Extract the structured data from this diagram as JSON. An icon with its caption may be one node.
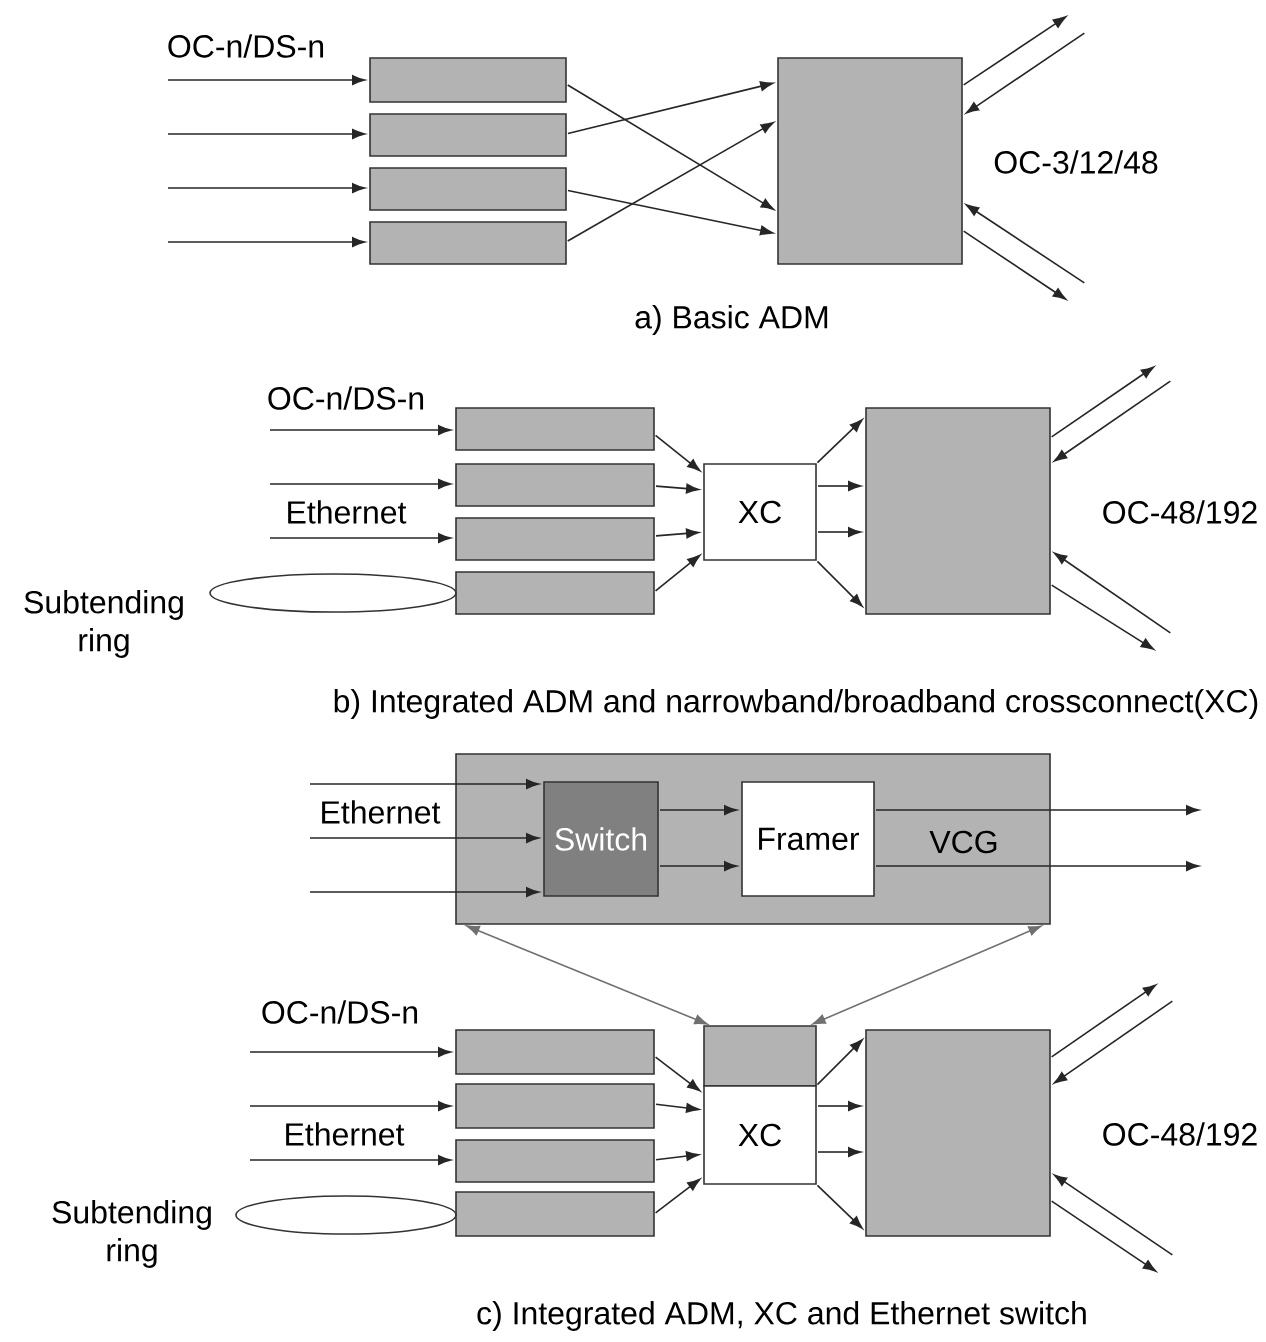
{
  "diagram": {
    "nodes": [
      {
        "text": [],
        "shape": "box"
      },
      {
        "text": [],
        "shape": "box"
      },
      {
        "text": [],
        "shape": "box"
      },
      {
        "text": [],
        "shape": "box"
      },
      {
        "text": [],
        "shape": "box"
      },
      {
        "text": [],
        "shape": "box"
      },
      {
        "text": [],
        "shape": "box"
      },
      {
        "text": [],
        "shape": "box"
      },
      {
        "text": [],
        "shape": "box"
      },
      {
        "text": [],
        "shape": "ellipse",
        "beside": [
          "Subtending ring"
        ]
      },
      {
        "text": [
          "XC"
        ]
      },
      {
        "text": [],
        "shape": "box"
      },
      {
        "text": [],
        "shape": "box"
      },
      {
        "text": [
          "Switch"
        ],
        "in": 12
      },
      {
        "text": [
          "Framer"
        ],
        "in": 12
      },
      {
        "text": [],
        "shape": "box"
      },
      {
        "text": [],
        "shape": "box"
      },
      {
        "text": [],
        "shape": "box"
      },
      {
        "text": [],
        "shape": "box"
      },
      {
        "text": [],
        "shape": "ellipse",
        "beside": [
          "Subtending ring"
        ]
      },
      {
        "text": [],
        "shape": "box"
      },
      {
        "text": [
          "XC"
        ]
      },
      {
        "text": [],
        "shape": "box"
      }
    ],
    "edges": [
      {
        "from": null,
        "to": 0,
        "arrow": "to"
      },
      {
        "from": null,
        "to": 1,
        "arrow": "to"
      },
      {
        "from": null,
        "to": 2,
        "arrow": "to"
      },
      {
        "from": null,
        "to": 3,
        "arrow": "to"
      },
      {
        "from": 0,
        "to": 4,
        "arrow": "to"
      },
      {
        "from": 1,
        "to": 4,
        "arrow": "to"
      },
      {
        "from": 2,
        "to": 4,
        "arrow": "to"
      },
      {
        "from": 3,
        "to": 4,
        "arrow": "to"
      },
      {
        "from": 4,
        "to": null,
        "arrow": "to"
      },
      {
        "from": null,
        "to": 4,
        "arrow": "to"
      },
      {
        "from": null,
        "to": 4,
        "arrow": "to"
      },
      {
        "from": 4,
        "to": null,
        "arrow": "to"
      },
      {
        "from": null,
        "to": 5,
        "arrow": "to"
      },
      {
        "from": null,
        "to": 6,
        "arrow": "to"
      },
      {
        "from": null,
        "to": 7,
        "arrow": "to"
      },
      {
        "from": 5,
        "to": 10,
        "arrow": "to"
      },
      {
        "from": 6,
        "to": 10,
        "arrow": "to"
      },
      {
        "from": 7,
        "to": 10,
        "arrow": "to"
      },
      {
        "from": 8,
        "to": 10,
        "arrow": "to"
      },
      {
        "from": 10,
        "to": 11,
        "arrow": "to"
      },
      {
        "from": 10,
        "to": 11,
        "arrow": "to"
      },
      {
        "from": 10,
        "to": 11,
        "arrow": "to"
      },
      {
        "from": 10,
        "to": 11,
        "arrow": "to"
      },
      {
        "from": 11,
        "to": null,
        "arrow": "to"
      },
      {
        "from": null,
        "to": 11,
        "arrow": "to"
      },
      {
        "from": null,
        "to": 11,
        "arrow": "to"
      },
      {
        "from": 11,
        "to": null,
        "arrow": "to"
      },
      {
        "from": null,
        "to": 13,
        "arrow": "to"
      },
      {
        "from": null,
        "to": 13,
        "arrow": "to"
      },
      {
        "from": null,
        "to": 13,
        "arrow": "to"
      },
      {
        "from": 13,
        "to": 14,
        "arrow": "to"
      },
      {
        "from": 13,
        "to": 14,
        "arrow": "to"
      },
      {
        "from": 14,
        "to": null,
        "arrow": "to"
      },
      {
        "from": 14,
        "to": null,
        "arrow": "to"
      },
      {
        "from": 12,
        "to": 20,
        "arrow": "both",
        "color": "#707070"
      },
      {
        "from": 12,
        "to": 20,
        "arrow": "both",
        "color": "#707070"
      },
      {
        "from": null,
        "to": 15,
        "arrow": "to"
      },
      {
        "from": null,
        "to": 16,
        "arrow": "to"
      },
      {
        "from": null,
        "to": 17,
        "arrow": "to"
      },
      {
        "from": 15,
        "to": 21,
        "arrow": "to"
      },
      {
        "from": 16,
        "to": 21,
        "arrow": "to"
      },
      {
        "from": 17,
        "to": 21,
        "arrow": "to"
      },
      {
        "from": 18,
        "to": 21,
        "arrow": "to"
      },
      {
        "from": 21,
        "to": 22,
        "arrow": "to"
      },
      {
        "from": 21,
        "to": 22,
        "arrow": "to"
      },
      {
        "from": 21,
        "to": 22,
        "arrow": "to"
      },
      {
        "from": 21,
        "to": 22,
        "arrow": "to"
      },
      {
        "from": 22,
        "to": null,
        "arrow": "to"
      },
      {
        "from": null,
        "to": 22,
        "arrow": "to"
      },
      {
        "from": null,
        "to": 22,
        "arrow": "to"
      },
      {
        "from": 22,
        "to": null,
        "arrow": "to"
      }
    ],
    "labels": [
      "OC-n/DS-n",
      "OC-3/12/48",
      "a) Basic ADM",
      "OC-n/DS-n",
      "Ethernet",
      "OC-48/192",
      "b) Integrated ADM and narrowband/broadband crossconnect(XC)",
      "Ethernet",
      "VCG",
      "OC-n/DS-n",
      "Ethernet",
      "OC-48/192",
      "c) Integrated ADM, XC and Ethernet switch"
    ]
  }
}
